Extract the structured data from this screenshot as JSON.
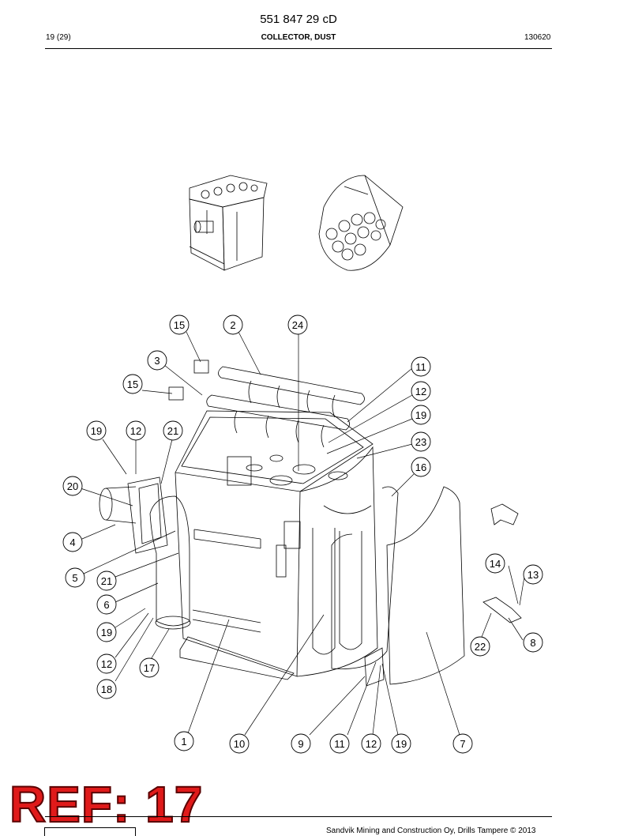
{
  "header": {
    "doc_number": "551 847 29 cD",
    "page": "19 (29)",
    "title": "COLLECTOR, DUST",
    "date": "130620"
  },
  "callouts": [
    "15",
    "2",
    "24",
    "3",
    "11",
    "15",
    "12",
    "19",
    "12",
    "21",
    "19",
    "23",
    "16",
    "20",
    "4",
    "14",
    "13",
    "5",
    "21",
    "6",
    "19",
    "8",
    "22",
    "12",
    "17",
    "18",
    "1",
    "10",
    "9",
    "11",
    "12",
    "19",
    "7"
  ],
  "overlay": {
    "ref_text": "REF: 17"
  },
  "footer": {
    "copyright": "Sandvik Mining and Construction Oy, Drills Tampere © 2013"
  }
}
